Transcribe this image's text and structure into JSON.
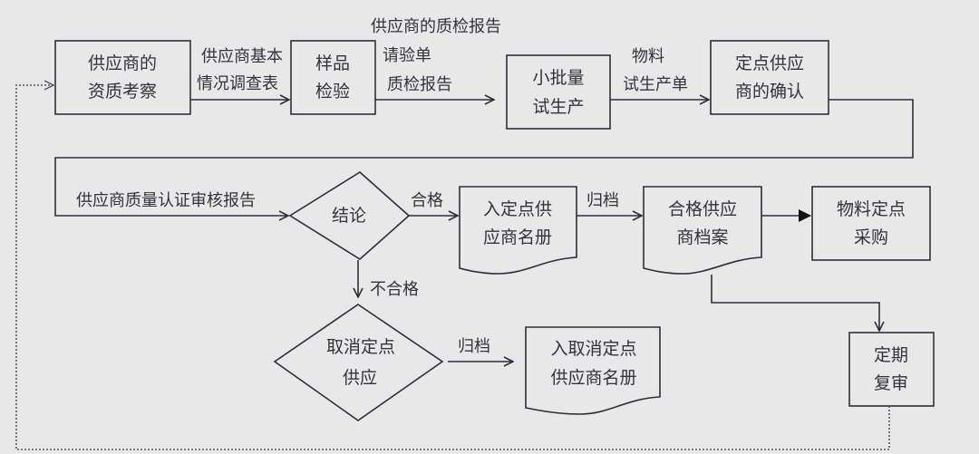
{
  "diagram": {
    "type": "flowchart",
    "nodes": {
      "qualification_review": {
        "shape": "process",
        "lines": [
          "供应商的",
          "资质考察"
        ]
      },
      "sample_inspection": {
        "shape": "process",
        "lines": [
          "样品",
          "检验"
        ]
      },
      "small_batch_trial": {
        "shape": "process",
        "lines": [
          "小批量",
          "试生产"
        ]
      },
      "designated_supplier_confirm": {
        "shape": "process",
        "lines": [
          "定点供应",
          "商的确认"
        ]
      },
      "conclusion": {
        "shape": "decision",
        "lines": [
          "结论"
        ]
      },
      "designated_register": {
        "shape": "document",
        "lines": [
          "入定点供",
          "应商名册"
        ]
      },
      "qualified_archive": {
        "shape": "document",
        "lines": [
          "合格供应",
          "商档案"
        ]
      },
      "designated_purchase": {
        "shape": "process",
        "lines": [
          "物料定点",
          "采购"
        ]
      },
      "periodic_review": {
        "shape": "process",
        "lines": [
          "定期",
          "复审"
        ]
      },
      "cancel_designation": {
        "shape": "decision",
        "lines": [
          "取消定点",
          "供应"
        ]
      },
      "cancelled_register": {
        "shape": "document",
        "lines": [
          "入取消定点",
          "供应商名册"
        ]
      }
    },
    "edges": {
      "e1": {
        "from": "qualification_review",
        "to": "sample_inspection",
        "lines": [
          "供应商基本",
          "情况调查表"
        ]
      },
      "e2": {
        "from": "sample_inspection",
        "to": "small_batch_trial",
        "lines": [
          "供应商的质检报告",
          "请验单",
          "质检报告"
        ]
      },
      "e3": {
        "from": "small_batch_trial",
        "to": "designated_supplier_confirm",
        "lines": [
          "物料",
          "试生产单"
        ]
      },
      "e4": {
        "from": "designated_supplier_confirm",
        "to": "conclusion",
        "lines": [
          "供应商质量认证审核报告"
        ]
      },
      "e5": {
        "from": "conclusion",
        "to": "designated_register",
        "lines": [
          "合格"
        ]
      },
      "e6": {
        "from": "conclusion",
        "to": "cancel_designation",
        "lines": [
          "不合格"
        ]
      },
      "e7": {
        "from": "designated_register",
        "to": "qualified_archive",
        "lines": [
          "归档"
        ]
      },
      "e8": {
        "from": "qualified_archive",
        "to": "designated_purchase",
        "lines": []
      },
      "e9": {
        "from": "qualified_archive",
        "to": "periodic_review",
        "lines": []
      },
      "e10": {
        "from": "cancel_designation",
        "to": "cancelled_register",
        "lines": [
          "归档"
        ]
      },
      "e11": {
        "from": "periodic_review",
        "to": "qualification_review",
        "lines": [],
        "style": "dotted"
      }
    }
  }
}
